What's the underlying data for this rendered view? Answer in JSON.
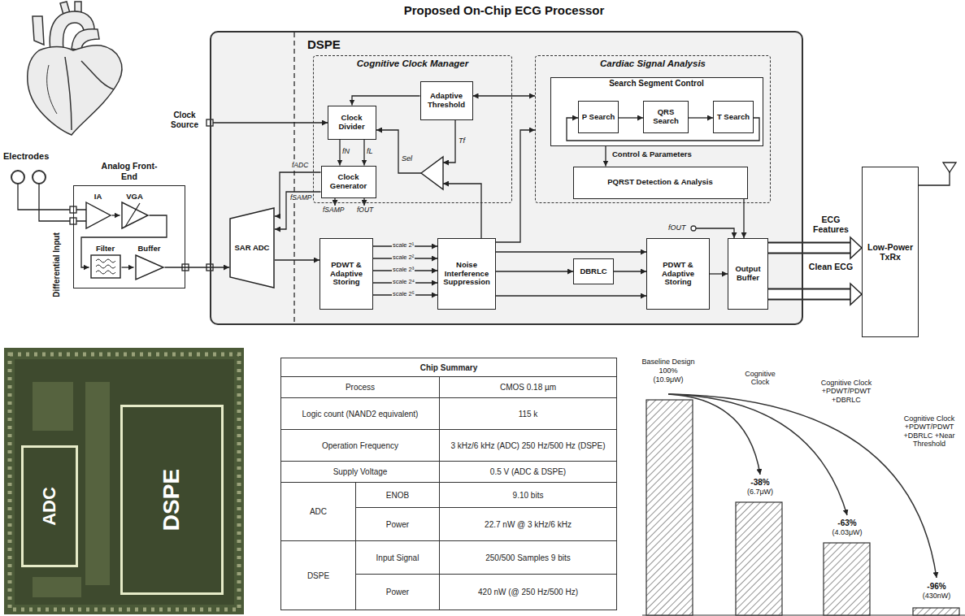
{
  "diagram": {
    "title": "Proposed On-Chip ECG Processor",
    "nodes": [
      {
        "text": [
          "Analog Front-End"
        ]
      },
      {
        "text": [
          "IA"
        ],
        "in": 0
      },
      {
        "text": [
          "VGA"
        ],
        "in": 0
      },
      {
        "text": [
          "Filter"
        ],
        "in": 0
      },
      {
        "text": [
          "Buffer"
        ],
        "in": 0
      },
      {
        "text": [
          "DSPE"
        ]
      },
      {
        "text": [
          "Cognitive Clock Manager"
        ],
        "in": 5
      },
      {
        "text": [
          "Clock Divider"
        ],
        "in": 6
      },
      {
        "text": [
          "Adaptive Threshold"
        ],
        "in": 6
      },
      {
        "text": [
          "Clock Generator"
        ],
        "in": 6
      },
      {
        "text": [
          "Cardiac Signal Analysis"
        ],
        "in": 5
      },
      {
        "text": [
          "Search Segment Control"
        ],
        "in": 10
      },
      {
        "text": [
          "P Search"
        ],
        "in": 11
      },
      {
        "text": [
          "QRS Search"
        ],
        "in": 11
      },
      {
        "text": [
          "T Search"
        ],
        "in": 11
      },
      {
        "text": [
          "PQRST Detection & Analysis"
        ],
        "in": 10
      },
      {
        "text": [
          "SAR ADC"
        ],
        "in": 5
      },
      {
        "text": [
          "PDWT & Adaptive Storing"
        ],
        "in": 5
      },
      {
        "text": [
          "Noise Interference Suppression"
        ],
        "in": 5
      },
      {
        "text": [
          "DBRLC"
        ],
        "in": 5
      },
      {
        "text": [
          "PDWT & Adaptive Storing"
        ],
        "in": 5
      },
      {
        "text": [
          "Output Buffer"
        ],
        "in": 5
      },
      {
        "text": [
          "Low-Power TxRx"
        ]
      },
      {
        "text": [
          "ADC"
        ]
      },
      {
        "text": [
          "DSPE"
        ]
      }
    ],
    "edges": [
      {
        "from": 1,
        "to": 2,
        "arrow": "to"
      },
      {
        "from": 2,
        "to": 3,
        "arrow": "to"
      },
      {
        "from": 3,
        "to": 4,
        "arrow": "to"
      },
      {
        "from": 4,
        "to": 16,
        "arrow": "to"
      },
      {
        "from": 8,
        "to": 7,
        "arrow": "to"
      },
      {
        "from": 7,
        "to": 9,
        "label": "fN",
        "arrow": "to"
      },
      {
        "from": 7,
        "to": 9,
        "label": "fL",
        "arrow": "to"
      },
      {
        "from": 9,
        "to": 16,
        "label": "fADC",
        "arrow": "to"
      },
      {
        "from": 9,
        "to": 16,
        "label": "fSAMP",
        "arrow": "to"
      },
      {
        "from": 8,
        "to": 10,
        "arrow": "both"
      },
      {
        "from": 16,
        "to": 17,
        "arrow": "to"
      },
      {
        "from": 17,
        "to": 18,
        "label": "scale 2¹",
        "arrow": "to"
      },
      {
        "from": 17,
        "to": 18,
        "label": "scale 2²",
        "arrow": "to"
      },
      {
        "from": 17,
        "to": 18,
        "label": "scale 2³",
        "arrow": "to"
      },
      {
        "from": 17,
        "to": 18,
        "label": "scale 2⁴",
        "arrow": "to"
      },
      {
        "from": 17,
        "to": 18,
        "label": "scale 2⁵",
        "arrow": "to"
      },
      {
        "from": 18,
        "to": 10,
        "arrow": "to"
      },
      {
        "from": 18,
        "to": 19,
        "arrow": "to"
      },
      {
        "from": 18,
        "to": 20,
        "arrow": "to"
      },
      {
        "from": 18,
        "to": 20,
        "arrow": "to"
      },
      {
        "from": 19,
        "to": 20,
        "arrow": "to"
      },
      {
        "from": 20,
        "to": 21,
        "arrow": "to"
      },
      {
        "from": 15,
        "to": 21,
        "arrow": "to"
      },
      {
        "from": 12,
        "to": 13,
        "arrow": "to"
      },
      {
        "from": 13,
        "to": 14,
        "arrow": "to"
      },
      {
        "from": 14,
        "to": 12,
        "arrow": "to"
      },
      {
        "from": 11,
        "to": 15,
        "label": "Control & Parameters",
        "arrow": "to"
      },
      {
        "from": 21,
        "to": 22,
        "label": "ECG Features",
        "arrow": "to"
      },
      {
        "from": 21,
        "to": 22,
        "label": "Clean ECG",
        "arrow": "to"
      }
    ],
    "labels": [
      "Electrodes",
      "Differential Input",
      "Clock Source",
      "Sel",
      "Tf",
      "fSAMP",
      "fOUT",
      "fOUT",
      "Chip Summary",
      "Process",
      "CMOS 0.18 µm",
      "Logic count (NAND2 equivalent)",
      "115 k",
      "Operation Frequency",
      "3 kHz/6 kHz (ADC) 250 Hz/500 Hz (DSPE)",
      "Supply Voltage",
      "0.5 V (ADC & DSPE)",
      "ADC",
      "ENOB",
      "9.10 bits",
      "Power",
      "22.7 nW @ 3 kHz/6 kHz",
      "DSPE",
      "Input Signal",
      "250/500 Samples 9 bits",
      "Power",
      "420 nW (@ 250 Hz/500 Hz)",
      "Baseline Design",
      "100%",
      "(10.9μW)",
      "Cognitive Clock",
      "-38%",
      "(6.7μW)",
      "Cognitive Clock +PDWT/PDWT +DBRLC",
      "-63%",
      "(4.03μW)",
      "Cognitive Clock +PDWT/PDWT +DBRLC +Near Threshold",
      "-96%",
      "(430nW)"
    ]
  }
}
